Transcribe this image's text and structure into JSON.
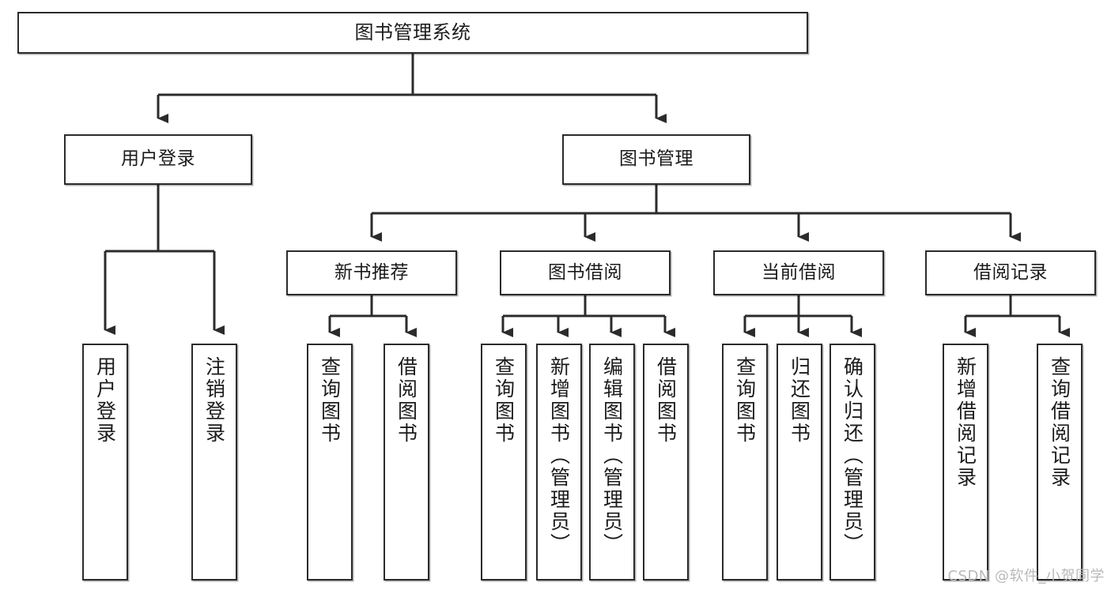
{
  "diagram": {
    "title": "图书管理系统",
    "type": "tree-hierarchy-diagram",
    "watermark": "CSDN @软件_小贺同学",
    "colors": {
      "stroke": "#2b2b2b",
      "fill": "#ffffff",
      "text": "#1b1b1b",
      "watermark": "#b9b9b9"
    },
    "nodes": {
      "root": {
        "label": "图书管理系统"
      },
      "level1": [
        {
          "id": "user-login",
          "label": "用户登录"
        },
        {
          "id": "book-management",
          "label": "图书管理"
        }
      ],
      "level2": [
        {
          "id": "new-book-recommend",
          "label": "新书推荐"
        },
        {
          "id": "book-borrow",
          "label": "图书借阅"
        },
        {
          "id": "current-borrow",
          "label": "当前借阅"
        },
        {
          "id": "borrow-record",
          "label": "借阅记录"
        }
      ],
      "leaves": {
        "user-login": [
          {
            "id": "leaf-user-login",
            "label": "用户登录"
          },
          {
            "id": "leaf-logout",
            "label": "注销登录"
          }
        ],
        "new-book-recommend": [
          {
            "id": "leaf-query-book-1",
            "label": "查询图书"
          },
          {
            "id": "leaf-borrow-book-1",
            "label": "借阅图书"
          }
        ],
        "book-borrow": [
          {
            "id": "leaf-query-book-2",
            "label": "查询图书"
          },
          {
            "id": "leaf-add-book",
            "label": "新增图书（管理员）"
          },
          {
            "id": "leaf-edit-book",
            "label": "编辑图书（管理员）"
          },
          {
            "id": "leaf-borrow-book-2",
            "label": "借阅图书"
          }
        ],
        "current-borrow": [
          {
            "id": "leaf-query-book-3",
            "label": "查询图书"
          },
          {
            "id": "leaf-return-book",
            "label": "归还图书"
          },
          {
            "id": "leaf-confirm-return",
            "label": "确认归还（管理员）"
          }
        ],
        "borrow-record": [
          {
            "id": "leaf-add-record",
            "label": "新增借阅记录"
          },
          {
            "id": "leaf-query-record",
            "label": "查询借阅记录"
          }
        ]
      }
    }
  }
}
